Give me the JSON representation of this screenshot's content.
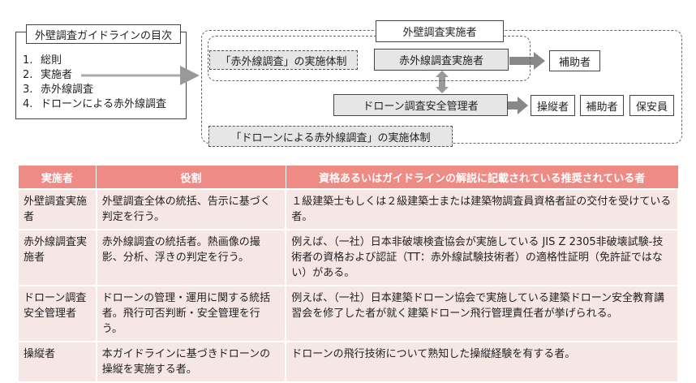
{
  "toc": {
    "title": "外壁調査ガイドラインの目次",
    "items": [
      {
        "num": "1.",
        "label": "総則"
      },
      {
        "num": "2.",
        "label": "実施者"
      },
      {
        "num": "3.",
        "label": "赤外線調査"
      },
      {
        "num": "4.",
        "label": "ドローンによる赤外線調査"
      }
    ]
  },
  "diagram": {
    "top_label": "外壁調査実施者",
    "infrared_system": "「赤外線調査」の実施体制",
    "infrared_implementer": "赤外線調査実施者",
    "assistant": "補助者",
    "drone_manager": "ドローン調査安全管理者",
    "operator": "操縦者",
    "assistant2": "補助者",
    "security": "保安員",
    "drone_system": "「ドローンによる赤外線調査」の実施体制"
  },
  "table": {
    "headers": [
      "実施者",
      "役割",
      "資格あるいはガイドラインの解説に記載されている推奨されている者"
    ],
    "rows": [
      {
        "c1": "外壁調査実施者",
        "c2": "外壁調査全体の統括、告示に基づく判定を行う。",
        "c3": "１級建築士もしくは２級建築士または建築物調査員資格者証の交付を受けている者。"
      },
      {
        "c1": "赤外線調査実施者",
        "c2": "赤外線調査の統括者。熱画像の撮影、分析、浮きの判定を行う。",
        "c3": "例えば、（一社）日本非破壊検査協会が実施している JIS Z 2305非破壊試験-技術者の資格および認証（TT：赤外線試験技術者）の適格性証明（免許証ではない）がある。"
      },
      {
        "c1": "ドローン調査安全管理者",
        "c2": "ドローンの管理・運用に関する統括者。飛行可否判断・安全管理を行う。",
        "c3": "例えば、（一社）日本建築ドローン協会で実施している建築ドローン安全教育講習会を修了した者が就く建築ドローン飛行管理責任者が挙げられる。"
      },
      {
        "c1": "操縦者",
        "c2": "本ガイドラインに基づきドローンの操縦を実施する者。",
        "c3": "ドローンの飛行技術について熟知した操縦経験を有する者。"
      }
    ]
  }
}
